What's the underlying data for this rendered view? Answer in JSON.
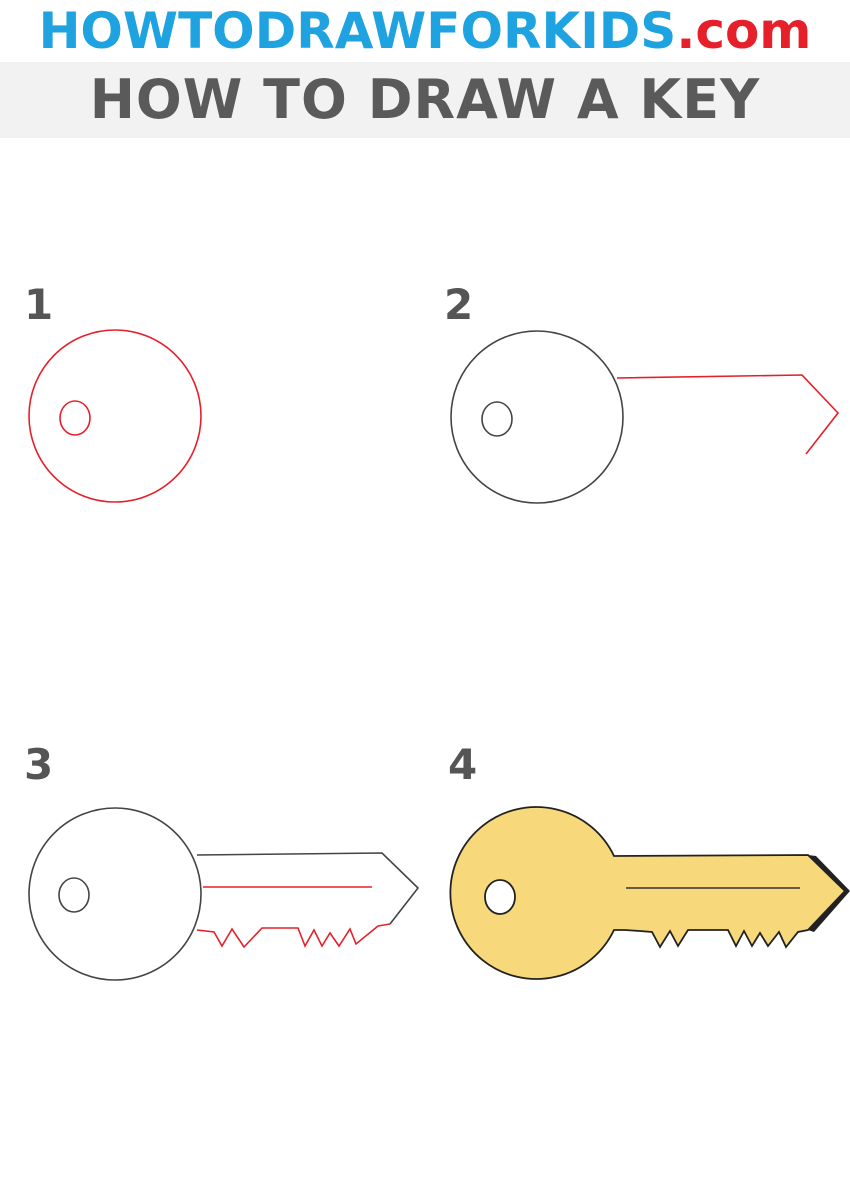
{
  "brand": {
    "name": "HOWTODRAWFORKIDS",
    "tld": ".com",
    "colors": {
      "name": "#1fa3e0",
      "tld": "#e5202a"
    }
  },
  "title": "HOW TO DRAW A KEY",
  "steps": [
    {
      "number": "1"
    },
    {
      "number": "2"
    },
    {
      "number": "3"
    },
    {
      "number": "4"
    }
  ],
  "colors": {
    "new_stroke": "#e5202a",
    "existing_stroke": "#444444",
    "key_fill": "#f7d87a",
    "title_band": "#f2f2f2"
  }
}
